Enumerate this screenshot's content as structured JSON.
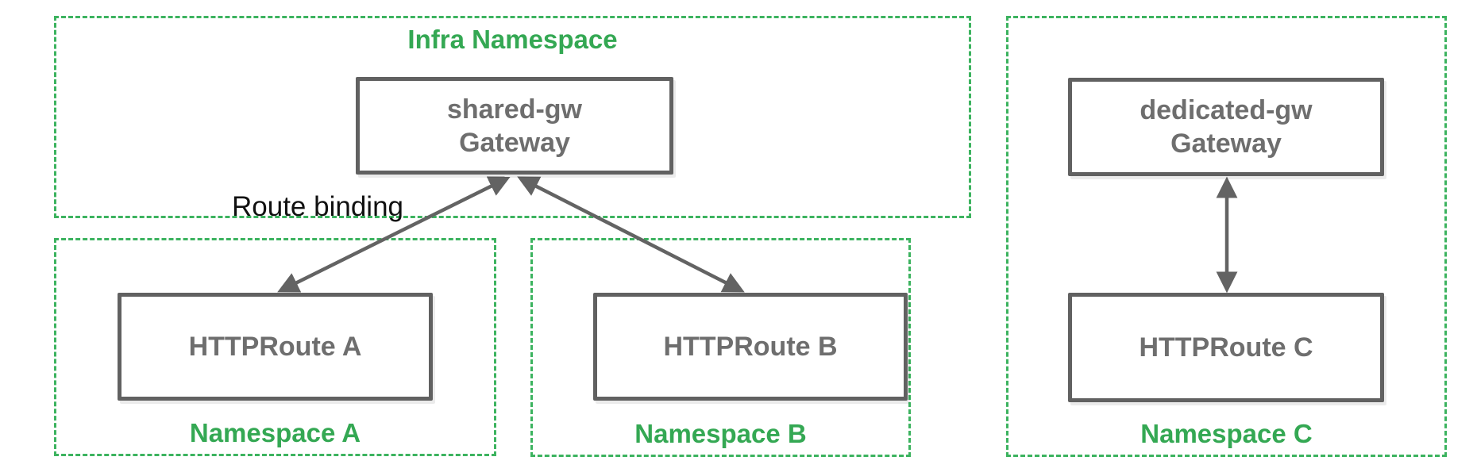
{
  "namespaces": {
    "infra": {
      "label": "Infra Namespace",
      "gateway": {
        "line1": "shared-gw",
        "line2": "Gateway"
      }
    },
    "a": {
      "label": "Namespace A",
      "route": "HTTPRoute A"
    },
    "b": {
      "label": "Namespace B",
      "route": "HTTPRoute B"
    },
    "c": {
      "label": "Namespace C",
      "gateway": {
        "line1": "dedicated-gw",
        "line2": "Gateway"
      },
      "route": "HTTPRoute C"
    }
  },
  "annotations": {
    "route_binding": "Route binding"
  },
  "colors": {
    "green_text": "#34a853",
    "green_border": "#3cb35f",
    "node_border": "#616161",
    "node_text": "#6e6e6e",
    "arrow": "#636363",
    "annotation": "#111111",
    "background": "#ffffff"
  }
}
